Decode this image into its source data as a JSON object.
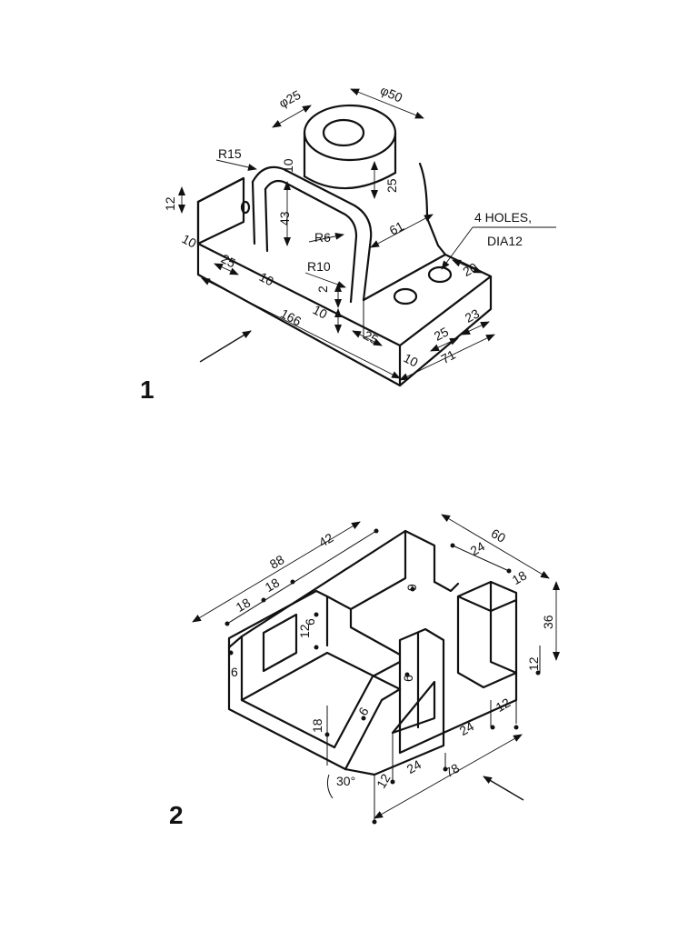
{
  "figure1": {
    "number": "1",
    "labels": {
      "d25": "φ25",
      "d50": "φ50",
      "r15": "R15",
      "ten_top": "10",
      "h43": "43",
      "r6": "R6",
      "r10": "R10",
      "d61": "61",
      "d25v": "25",
      "holes_line1": "4 HOLES,",
      "holes_line2": "DIA12",
      "h12": "12",
      "d10a": "10",
      "d25a": "25",
      "d10b": "10",
      "d2": "2",
      "d10c": "10",
      "d166": "166",
      "d25b": "25",
      "d25c": "25",
      "d23": "23",
      "d20": "20",
      "d10d": "10",
      "d71": "71"
    }
  },
  "figure2": {
    "number": "2",
    "labels": {
      "d88": "88",
      "d42": "42",
      "d60": "60",
      "d24top": "24",
      "d18top": "18",
      "d18a": "18",
      "d18b": "18",
      "d12v": "12",
      "d6a": "6",
      "d6b": "6",
      "d36": "36",
      "d12r": "12",
      "d9": "9",
      "d6c": "6",
      "d6d": "6",
      "d18h": "18",
      "d12b": "12",
      "d24b": "24",
      "d24c": "24",
      "d12c": "12",
      "d78": "78",
      "angle": "30°"
    }
  }
}
